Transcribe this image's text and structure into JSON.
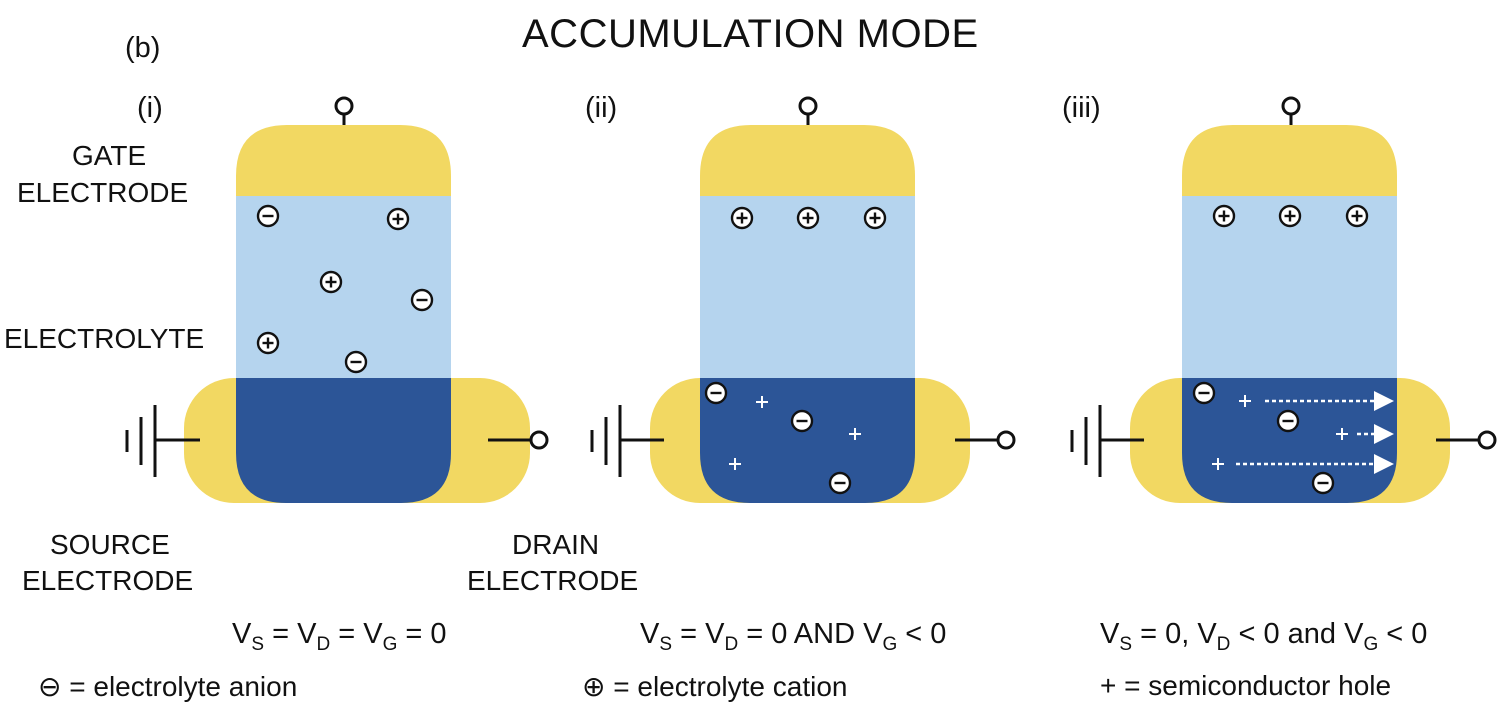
{
  "title": "ACCUMULATION MODE",
  "panel_letter": "(b)",
  "panels": [
    {
      "label": "(i)"
    },
    {
      "label": "(ii)"
    },
    {
      "label": "(iii)"
    }
  ],
  "labels": {
    "gate_line1": "GATE",
    "gate_line2": "ELECTRODE",
    "electrolyte": "ELECTROLYTE",
    "source_line1": "SOURCE",
    "source_line2": "ELECTRODE",
    "drain_line1": "DRAIN",
    "drain_line2": "ELECTRODE"
  },
  "conditions": {
    "i": {
      "a": "V",
      "a_sub": "S",
      "b": " = V",
      "b_sub": "D",
      "c": " = V",
      "c_sub": "G",
      "d": " = 0"
    },
    "ii": {
      "a": "V",
      "a_sub": "S",
      "b": " = V",
      "b_sub": "D",
      "c": " = 0 AND V",
      "c_sub": "G",
      "d": " < 0"
    },
    "iii": {
      "a": "V",
      "a_sub": "S",
      "b": " = 0, V",
      "b_sub": "D",
      "c": " < 0 and V",
      "c_sub": "G",
      "d": " < 0"
    }
  },
  "legend": {
    "anion_symbol": "⊖",
    "anion_text": " = electrolyte anion",
    "cation_symbol": "⊕",
    "cation_text": " = electrolyte cation",
    "hole_symbol": "+",
    "hole_text": " = semiconductor hole"
  },
  "colors": {
    "gold": "#f2d862",
    "light_blue": "#b5d4ee",
    "dark_blue": "#2c5597",
    "line": "#111111"
  }
}
